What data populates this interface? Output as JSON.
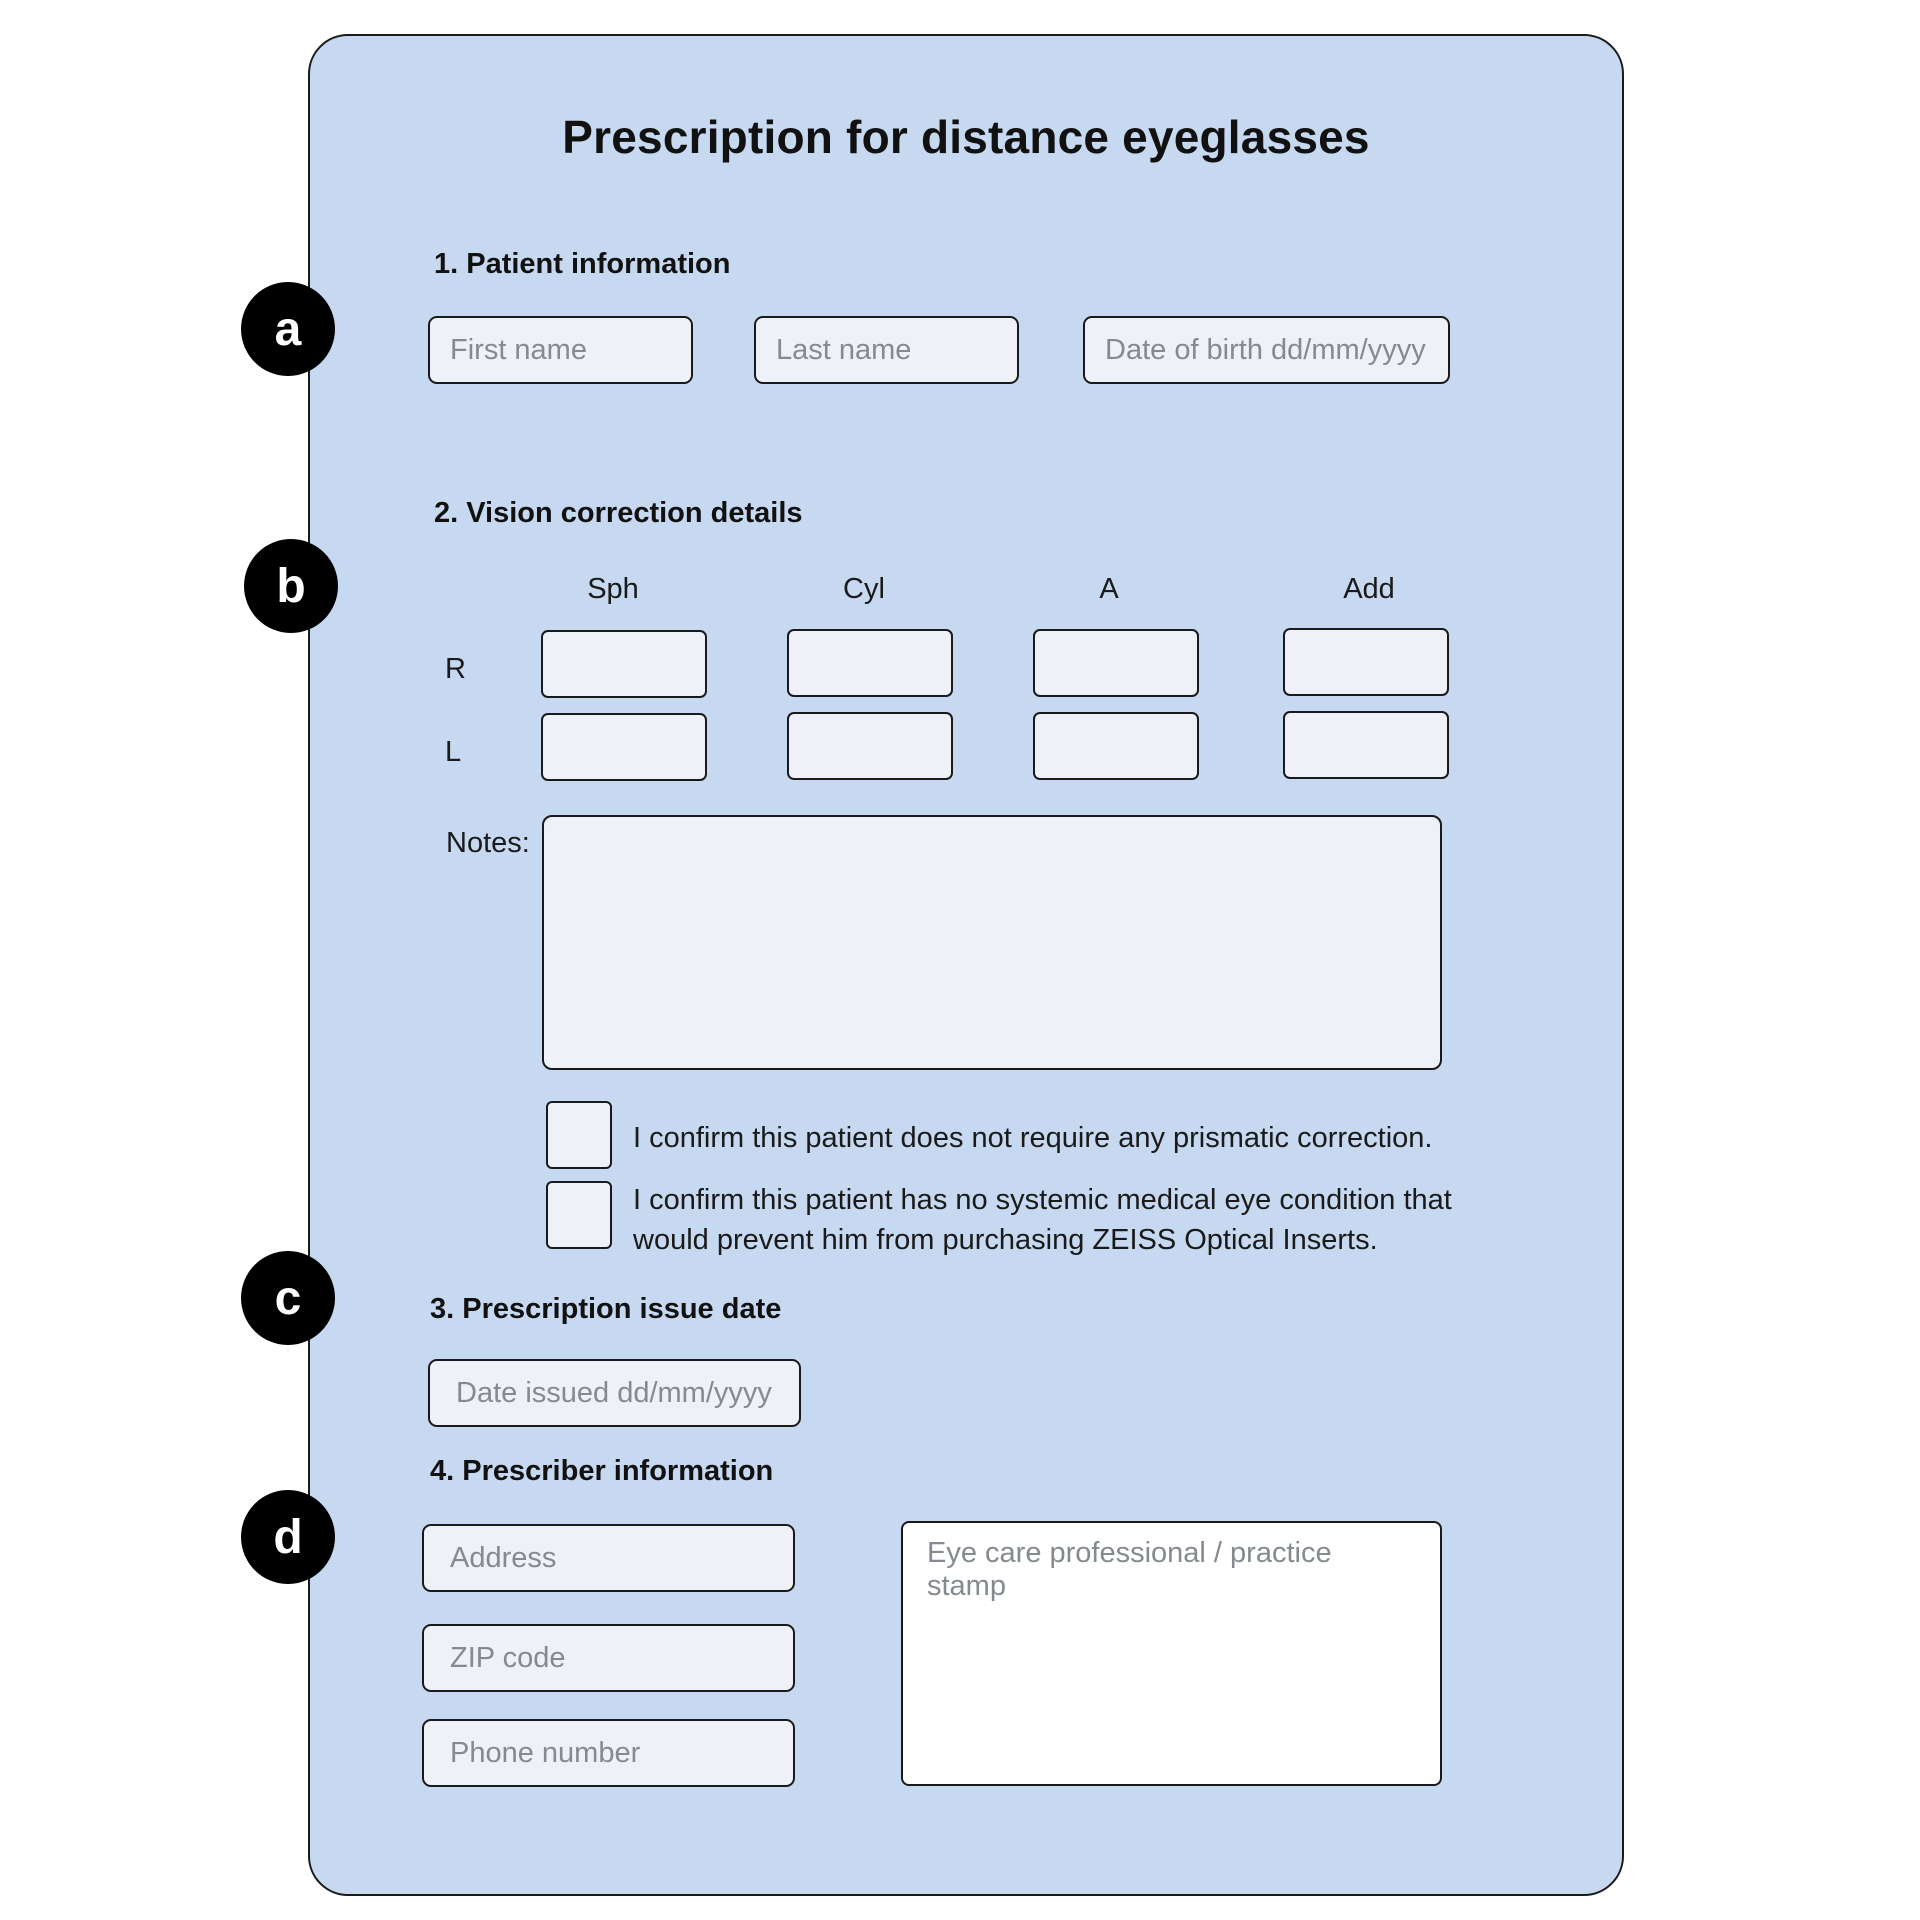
{
  "title": "Prescription for distance eyeglasses",
  "markers": [
    "a",
    "b",
    "c",
    "d"
  ],
  "sections": {
    "patient": {
      "heading": "1. Patient information",
      "first_name_placeholder": "First name",
      "last_name_placeholder": "Last name",
      "dob_placeholder": "Date of birth dd/mm/yyyy"
    },
    "vision": {
      "heading": "2. Vision correction details",
      "columns": [
        "Sph",
        "Cyl",
        "A",
        "Add"
      ],
      "rows": [
        "R",
        "L"
      ],
      "notes_label": "Notes:",
      "checkboxes": [
        {
          "lines": [
            "I confirm this patient does not require any prismatic correction."
          ]
        },
        {
          "lines": [
            "I confirm this patient has no systemic medical eye condition that",
            "would prevent him from purchasing ZEISS Optical Inserts."
          ]
        }
      ]
    },
    "issue_date": {
      "heading": "3. Prescription issue date",
      "date_placeholder": "Date issued dd/mm/yyyy"
    },
    "prescriber": {
      "heading": "4. Prescriber information",
      "address_placeholder": "Address",
      "zip_placeholder": "ZIP code",
      "phone_placeholder": "Phone number",
      "stamp_label": "Eye care professional / practice stamp"
    }
  },
  "colors": {
    "panel_background": "#c6d9f1",
    "field_background": "#eef2f8",
    "marker_background": "#000000",
    "border": "#1a1a1a"
  }
}
